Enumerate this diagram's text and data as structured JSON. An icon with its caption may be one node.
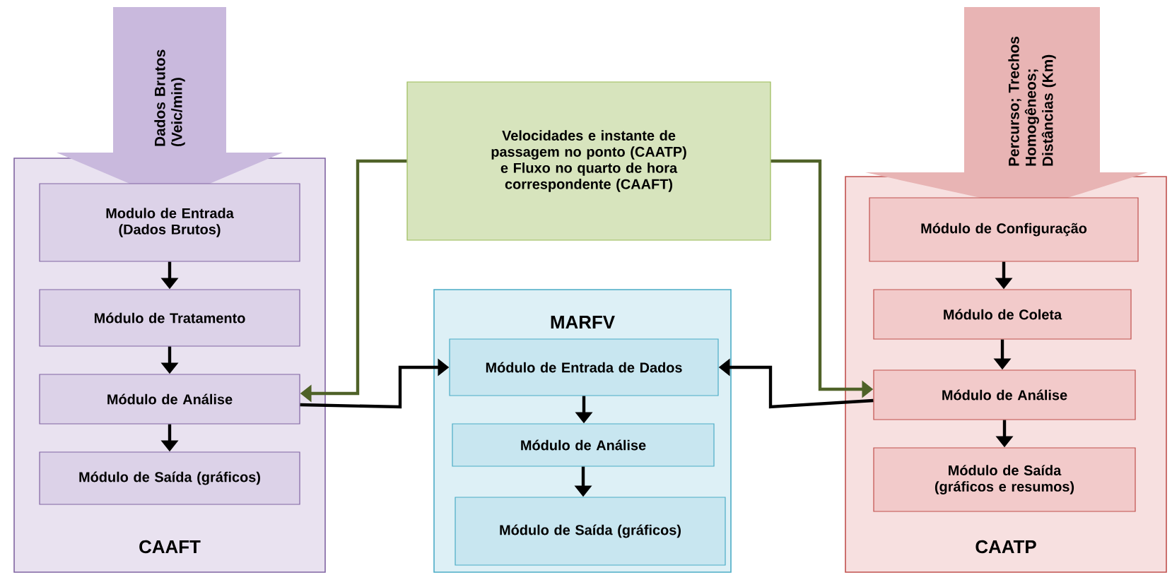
{
  "diagram": {
    "nodes": [
      {
        "text": [
          "CAAFT"
        ]
      },
      {
        "text": [
          "Dados Brutos (Veic/min)"
        ]
      },
      {
        "text": [
          "Modulo de Entrada (Dados Brutos)"
        ],
        "in": 0
      },
      {
        "text": [
          "Módulo de Tratamento"
        ],
        "in": 0
      },
      {
        "text": [
          "Módulo de Análise"
        ],
        "in": 0
      },
      {
        "text": [
          "Módulo de Saída (gráficos)"
        ],
        "in": 0
      },
      {
        "text": [
          "Velocidades e instante de passagem no ponto (CAATP) e Fluxo no quarto de hora correspondente (CAAFT)"
        ]
      },
      {
        "text": [
          "MARFV"
        ]
      },
      {
        "text": [
          "Módulo de Entrada de Dados"
        ],
        "in": 7
      },
      {
        "text": [
          "Módulo de Análise"
        ],
        "in": 7
      },
      {
        "text": [
          "Módulo de Saída (gráficos)"
        ],
        "in": 7
      },
      {
        "text": [
          "CAATP"
        ]
      },
      {
        "text": [
          "Percurso; Trechos Homogêneos; Distâncias (Km)"
        ]
      },
      {
        "text": [
          "Módulo de Configuração"
        ],
        "in": 11
      },
      {
        "text": [
          "Módulo de Coleta"
        ],
        "in": 11
      },
      {
        "text": [
          "Módulo de Análise"
        ],
        "in": 11
      },
      {
        "text": [
          "Módulo de Saída (gráficos e resumos)"
        ],
        "in": 11
      }
    ],
    "edges": [
      {
        "from": 2,
        "to": 3,
        "arrow": "to"
      },
      {
        "from": 3,
        "to": 4,
        "arrow": "to"
      },
      {
        "from": 4,
        "to": 5,
        "arrow": "to"
      },
      {
        "from": 6,
        "to": 4,
        "arrow": "to",
        "color": "#4f6228"
      },
      {
        "from": 6,
        "to": 15,
        "arrow": "to",
        "color": "#4f6228"
      },
      {
        "from": 4,
        "to": 8,
        "arrow": "to"
      },
      {
        "from": 15,
        "to": 8,
        "arrow": "to"
      },
      {
        "from": 8,
        "to": 9,
        "arrow": "to"
      },
      {
        "from": 9,
        "to": 10,
        "arrow": "to"
      },
      {
        "from": 13,
        "to": 14,
        "arrow": "to"
      },
      {
        "from": 14,
        "to": 15,
        "arrow": "to"
      },
      {
        "from": 15,
        "to": 16,
        "arrow": "to"
      }
    ]
  }
}
